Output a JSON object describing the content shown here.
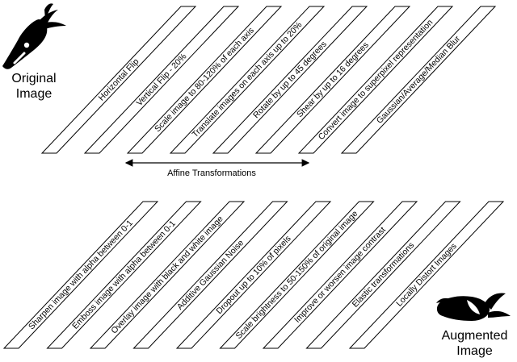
{
  "original_label_line1": "Original",
  "original_label_line2": "Image",
  "augmented_label_line1": "Augmented",
  "augmented_label_line2": "Image",
  "affine_label": "Affine Transformations",
  "top_boxes": [
    "Horizontal Flip",
    "Vertical Flip - 20%",
    "Scale image to 80-120% of each axis",
    "Translate images on each axis up to 20%",
    "Rotate by up to 45 degrees",
    "Shear by up to 16 degrees",
    "Convert image to superpixel representation",
    "Gaussian/Average/Median Blur"
  ],
  "bottom_boxes": [
    "Sharpen image with alpha between 0-1",
    "Emboss image with alpha between 0-1",
    "Overlay image with black and white image",
    "Additive Gaussian Noise",
    "Dropout up to 10% of pixels",
    "Scale brightness to 50-150% of original image",
    "Improve or worsen image contrast",
    "Elastic transformations",
    "Locally Distort Images"
  ],
  "colors": {
    "stroke": "#000000",
    "fill": "#ffffff",
    "icon": "#000000"
  },
  "icons": {
    "original": "carrot-icon",
    "augmented": "distorted-carrot-icon"
  }
}
